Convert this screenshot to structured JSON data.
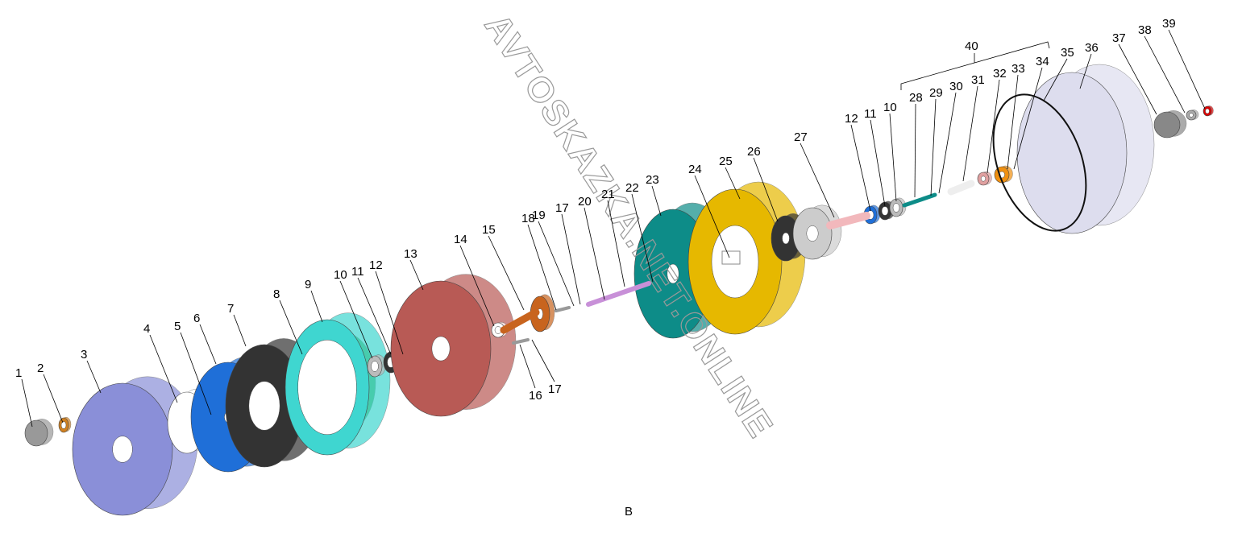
{
  "diagram": {
    "view_label": "B",
    "watermark": "AVTOSKAZKA.NET.ONLINE",
    "callouts": [
      "1",
      "2",
      "3",
      "4",
      "5",
      "6",
      "7",
      "8",
      "9",
      "10",
      "11",
      "12",
      "13",
      "14",
      "15",
      "18",
      "19",
      "17",
      "20",
      "21",
      "22",
      "23",
      "24",
      "25",
      "26",
      "27",
      "12",
      "11",
      "10",
      "28",
      "29",
      "30",
      "31",
      "32",
      "33",
      "34",
      "35",
      "36",
      "37",
      "38",
      "39",
      "40",
      "16",
      "17"
    ],
    "colors": {
      "body": "#8a8fd8",
      "blue": "#1f6fd8",
      "black": "#333333",
      "green": "#1a9a1a",
      "cyan": "#3fd6d0",
      "red": "#b85a55",
      "orange": "#c8641e",
      "teal": "#0d8c88",
      "yellow": "#e6b800",
      "pink": "#f2b8bc",
      "violet": "#c890d8"
    }
  }
}
